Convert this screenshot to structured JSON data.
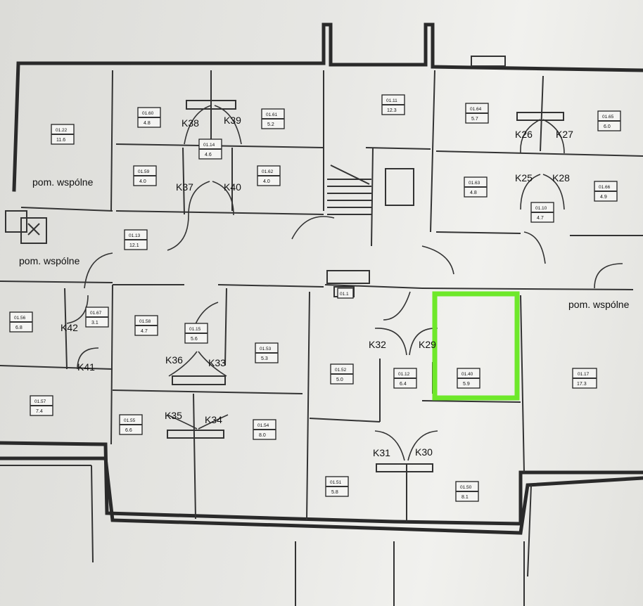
{
  "labels": {
    "common_top_left": "pom. wspólne",
    "common_left": "pom. wspólne",
    "common_right": "pom. wspólne"
  },
  "doors": [
    "K26",
    "K27",
    "K25",
    "K28",
    "K38",
    "K39",
    "K37",
    "K40",
    "K32",
    "K29",
    "K36",
    "K33",
    "K35",
    "K34",
    "K31",
    "K30",
    "K42",
    "K41"
  ],
  "rooms": [
    {
      "code": "01.22",
      "area": "11.6"
    },
    {
      "code": "01.60",
      "area": "4.8"
    },
    {
      "code": "01.61",
      "area": "5.2"
    },
    {
      "code": "01.14",
      "area": "4.6"
    },
    {
      "code": "01.59",
      "area": "4.0"
    },
    {
      "code": "01.62",
      "area": "4.0"
    },
    {
      "code": "01.11",
      "area": "12.3"
    },
    {
      "code": "01.64",
      "area": "5.7"
    },
    {
      "code": "01.65",
      "area": "6.0"
    },
    {
      "code": "01.63",
      "area": "4.8"
    },
    {
      "code": "01.66",
      "area": "4.9"
    },
    {
      "code": "01.10",
      "area": "4.7"
    },
    {
      "code": "01.13",
      "area": "12.1"
    },
    {
      "code": "01.56",
      "area": "6.8"
    },
    {
      "code": "01.67",
      "area": "3.1"
    },
    {
      "code": "01.58",
      "area": "4.7"
    },
    {
      "code": "01.15",
      "area": "5.6"
    },
    {
      "code": "01.53",
      "area": "5.3"
    },
    {
      "code": "01.52",
      "area": "5.0"
    },
    {
      "code": "01.12",
      "area": "6.4"
    },
    {
      "code": "01.40",
      "area": "5.9"
    },
    {
      "code": "01.17",
      "area": "17.3"
    },
    {
      "code": "01.57",
      "area": "7.4"
    },
    {
      "code": "01.55",
      "area": "6.6"
    },
    {
      "code": "01.54",
      "area": "8.0"
    },
    {
      "code": "01.51",
      "area": "5.8"
    },
    {
      "code": "01.50",
      "area": "8.1"
    },
    {
      "code": "01.1",
      "area": ""
    }
  ],
  "highlight_color": "#6ee82a",
  "wall_color": "#2a2a2a"
}
